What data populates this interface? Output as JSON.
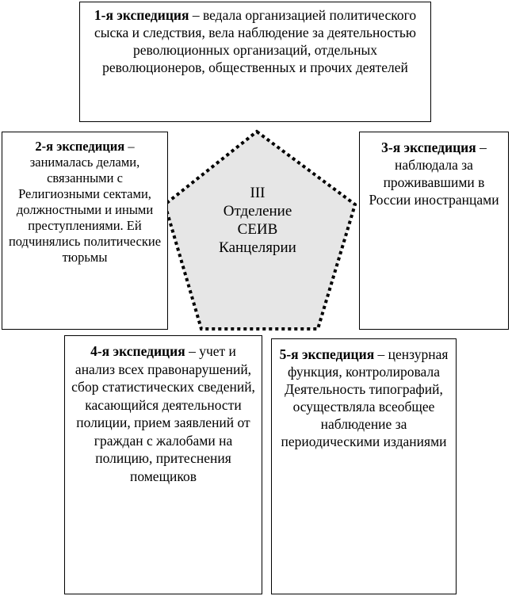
{
  "center": {
    "lines": [
      "III",
      "Отделение",
      "СЕИВ",
      "Канцелярии"
    ]
  },
  "expeditions": [
    {
      "title": "1-я экспедиция",
      "text": " – ведала организацией политического сыска и следствия, вела наблюдение за деятельностью революционных организаций, отдельных революционеров, общественных и прочих деятелей"
    },
    {
      "title": "2-я экспедиция",
      "text": " – занималась делами, связанными с Религиозными сектами, должностными и иными преступлениями. Ей подчинялись политические тюрьмы"
    },
    {
      "title": "3-я экспедиция",
      "text": " – наблюдала за проживавшими в России иностранцами"
    },
    {
      "title": "4-я экспедиция",
      "text": " – учет и анализ всех правонарушений, сбор статистических сведений, касающийся деятельности полиции, прием заявлений от граждан с жалобами на полицию, притеснения помещиков"
    },
    {
      "title": "5-я экспедиция",
      "text": " – цензурная функция, контролировала Деятельность типографий, осуществляла всеобщее наблюдение за периодическими изданиями"
    }
  ],
  "colors": {
    "pentagon_fill": "#e6e6e6",
    "border": "#000000"
  }
}
